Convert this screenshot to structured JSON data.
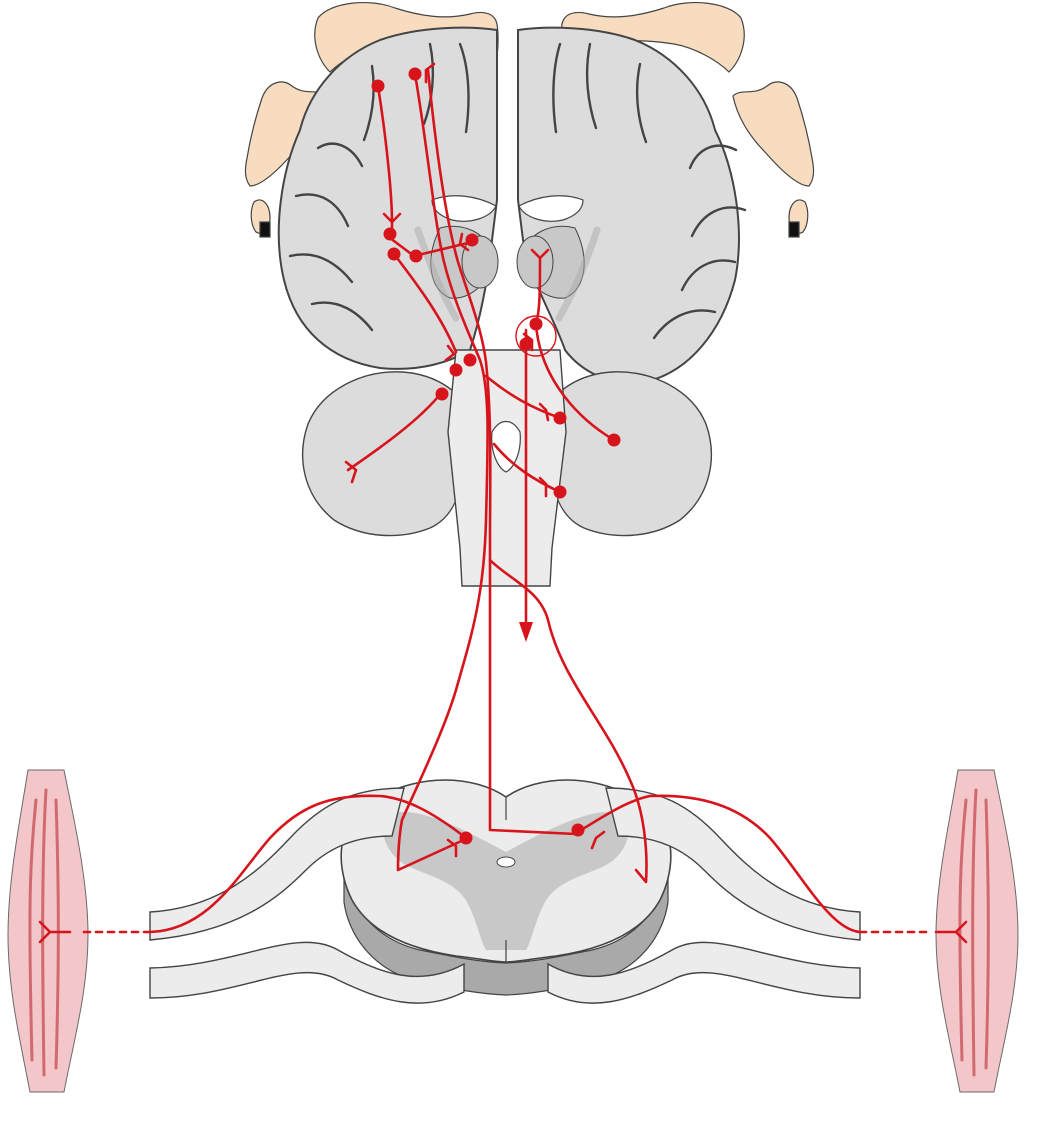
{
  "diagram": {
    "style": "anatomical illustration without text labels",
    "components": [
      "cerebral-cortex-coronal-section",
      "motor-homunculus",
      "basal-ganglia",
      "thalamus",
      "cerebellum",
      "brainstem",
      "spinal-cord-cross-section",
      "spinal-nerves",
      "skeletal-muscles",
      "motor-pathways"
    ],
    "colors": {
      "pathway": "#d7141c",
      "tissue": "#dcdcdc",
      "tissue_light": "#ececec",
      "tissue_dark": "#a9a9a9",
      "outline": "#444444",
      "gray_matter": "#c8c8c8",
      "skin": "#f7dcc0",
      "muscle": "#c44a52",
      "muscle_light": "#f3c7c9"
    }
  }
}
